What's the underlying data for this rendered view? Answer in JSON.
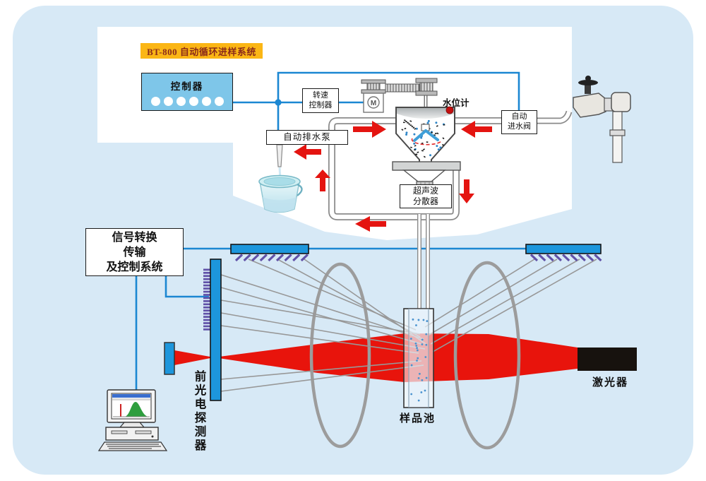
{
  "colors": {
    "panel_bg": "#d7e9f6",
    "diagram_bg": "#ffffff",
    "wire_blue": "#1b87d2",
    "arrow_red": "#e41410",
    "beam_red": "#e8140c",
    "detector_blue": "#1d96dc",
    "hatch_purple": "#6152a8",
    "title_bg": "#fbb615",
    "title_text": "#8a2a1a",
    "controller_bg": "#7ec6e9",
    "laser_black": "#17120e"
  },
  "sampler": {
    "title": "BT-800 自动循环进样系统",
    "controller": {
      "label": "控制器",
      "button_count": 6
    },
    "speed_controller": {
      "line1": "转速",
      "line2": "控制器"
    },
    "motor_label": "M",
    "water_gauge_label": "水位计",
    "inlet_valve": {
      "line1": "自动",
      "line2": "进水阀"
    },
    "drain_pump_label": "自动排水泵",
    "ultrasonic": {
      "line1": "超声波",
      "line2": "分散器"
    }
  },
  "optics": {
    "signal_system": {
      "line1": "信号转换",
      "line2": "传输",
      "line3": "及控制系统"
    },
    "front_detector_label": "前光电探测器",
    "sample_cell_label": "样品池",
    "laser_label": "激光器"
  }
}
